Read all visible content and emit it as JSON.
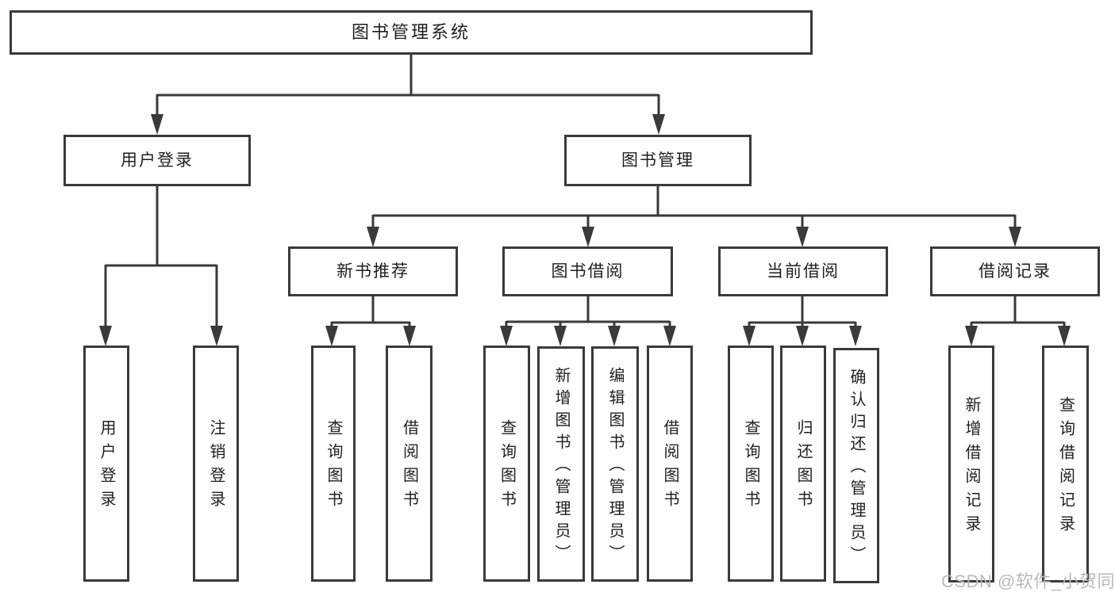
{
  "colors": {
    "line": "#3a3a3a",
    "text": "#1f1f1f",
    "background": "#ffffff",
    "watermark_color": "#b9b9b9"
  },
  "tree": {
    "root": {
      "label": "图书管理系统"
    },
    "branches": [
      {
        "label": "用户登录",
        "children": [
          {
            "label": "用户登录"
          },
          {
            "label": "注销登录"
          }
        ]
      },
      {
        "label": "图书管理",
        "children": [
          {
            "label": "新书推荐",
            "children": [
              {
                "label": "查询图书"
              },
              {
                "label": "借阅图书"
              }
            ]
          },
          {
            "label": "图书借阅",
            "children": [
              {
                "label": "查询图书"
              },
              {
                "label": "新增图书（管理员）"
              },
              {
                "label": "编辑图书（管理员）"
              },
              {
                "label": "借阅图书"
              }
            ]
          },
          {
            "label": "当前借阅",
            "children": [
              {
                "label": "查询图书"
              },
              {
                "label": "归还图书"
              },
              {
                "label": "确认归还（管理员）"
              }
            ]
          },
          {
            "label": "借阅记录",
            "children": [
              {
                "label": "新增借阅记录"
              },
              {
                "label": "查询借阅记录"
              }
            ]
          }
        ]
      }
    ]
  },
  "watermark": {
    "text": "CSDN @软件_小贺同学"
  }
}
